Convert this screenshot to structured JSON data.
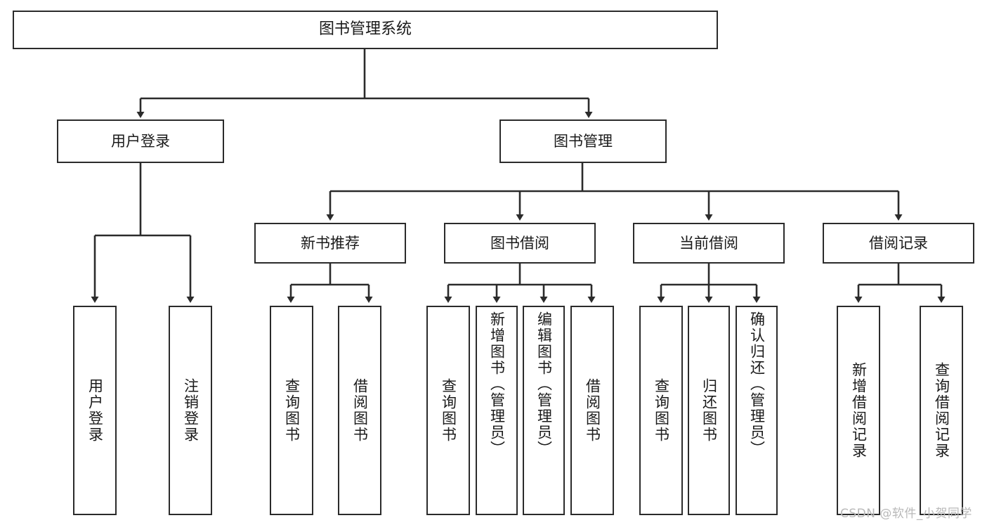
{
  "diagram": {
    "title": "图书管理系统",
    "type": "tree-hierarchy",
    "watermark": "CSDN @软件_小贺同学",
    "colors": {
      "stroke": "#2b2b2b",
      "fill": "#ffffff",
      "text": "#1a1a1a",
      "watermark": "#b9b9b9"
    },
    "nodes": {
      "root": {
        "label": "图书管理系统",
        "level": 1
      },
      "level2": [
        {
          "id": "user-login",
          "label": "用户登录"
        },
        {
          "id": "book-management",
          "label": "图书管理"
        }
      ],
      "level3": [
        {
          "id": "new-book-recommend",
          "label": "新书推荐"
        },
        {
          "id": "book-borrow",
          "label": "图书借阅"
        },
        {
          "id": "current-borrow",
          "label": "当前借阅"
        },
        {
          "id": "borrow-record",
          "label": "借阅记录"
        }
      ],
      "leaves": {
        "user-login": [
          {
            "id": "leaf-user-login",
            "label": "用户登录"
          },
          {
            "id": "leaf-logout-login",
            "label": "注销登录"
          }
        ],
        "new-book-recommend": [
          {
            "id": "leaf-query-book-1",
            "label": "查询图书"
          },
          {
            "id": "leaf-borrow-book-1",
            "label": "借阅图书"
          }
        ],
        "book-borrow": [
          {
            "id": "leaf-query-book-2",
            "label": "查询图书"
          },
          {
            "id": "leaf-add-book",
            "label": "新增图书（管理员）"
          },
          {
            "id": "leaf-edit-book",
            "label": "编辑图书（管理员）"
          },
          {
            "id": "leaf-borrow-book-2",
            "label": "借阅图书"
          }
        ],
        "current-borrow": [
          {
            "id": "leaf-query-book-3",
            "label": "查询图书"
          },
          {
            "id": "leaf-return-book",
            "label": "归还图书"
          },
          {
            "id": "leaf-confirm-return",
            "label": "确认归还（管理员）"
          }
        ],
        "borrow-record": [
          {
            "id": "leaf-add-record",
            "label": "新增借阅记录"
          },
          {
            "id": "leaf-query-record",
            "label": "查询借阅记录"
          }
        ]
      }
    }
  }
}
